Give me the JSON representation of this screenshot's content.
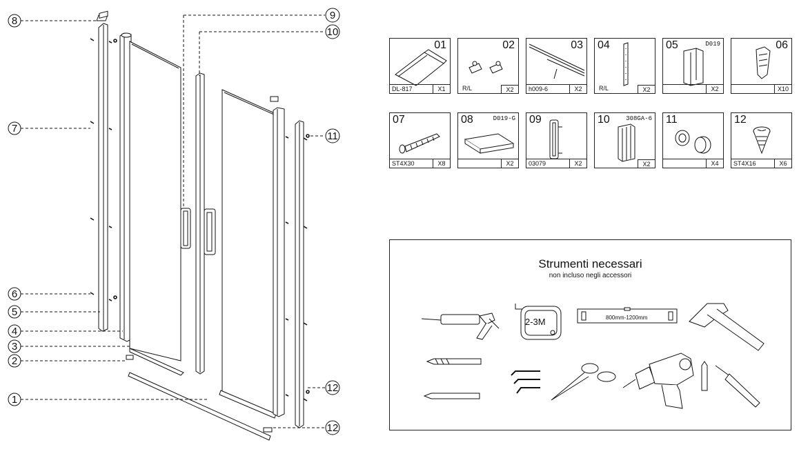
{
  "diagram": {
    "callouts": [
      "8",
      "7",
      "6",
      "5",
      "4",
      "3",
      "2",
      "1",
      "9",
      "10",
      "11",
      "12",
      "12"
    ]
  },
  "parts": [
    {
      "number": "01",
      "code": "DL-817",
      "qty": "X1",
      "top_code": "",
      "rl": ""
    },
    {
      "number": "02",
      "code": "R/L",
      "qty": "X2",
      "top_code": "",
      "rl": ""
    },
    {
      "number": "03",
      "code": "h009-6",
      "qty": "X2",
      "top_code": "",
      "rl": ""
    },
    {
      "number": "04",
      "code": "",
      "qty": "X2",
      "top_code": "",
      "rl": "R/L"
    },
    {
      "number": "05",
      "code": "",
      "qty": "X2",
      "top_code": "D019",
      "rl": ""
    },
    {
      "number": "06",
      "code": "",
      "qty": "X10",
      "top_code": "",
      "rl": ""
    },
    {
      "number": "07",
      "code": "ST4X30",
      "qty": "X8",
      "top_code": "",
      "rl": ""
    },
    {
      "number": "08",
      "code": "",
      "qty": "X2",
      "top_code": "D019-G",
      "rl": ""
    },
    {
      "number": "09",
      "code": "03079",
      "qty": "X2",
      "top_code": "",
      "rl": ""
    },
    {
      "number": "10",
      "code": "",
      "qty": "X2",
      "top_code": "308GA-6",
      "rl": ""
    },
    {
      "number": "11",
      "code": "",
      "qty": "X4",
      "top_code": "",
      "rl": ""
    },
    {
      "number": "12",
      "code": "ST4X16",
      "qty": "X6",
      "top_code": "",
      "rl": ""
    }
  ],
  "tools": {
    "title": "Strumenti necessari",
    "subtitle": "non incluso negli accessori",
    "tape_label": "2-3M",
    "level_label": "800mm-1200mm",
    "icons": [
      "caulk-gun-icon",
      "tape-measure-icon",
      "spirit-level-icon",
      "hammer-icon",
      "drill-bit-icon",
      "pencil-icon",
      "allen-keys-icon",
      "scissors-icon",
      "power-drill-icon",
      "screwdriver-icon"
    ]
  }
}
